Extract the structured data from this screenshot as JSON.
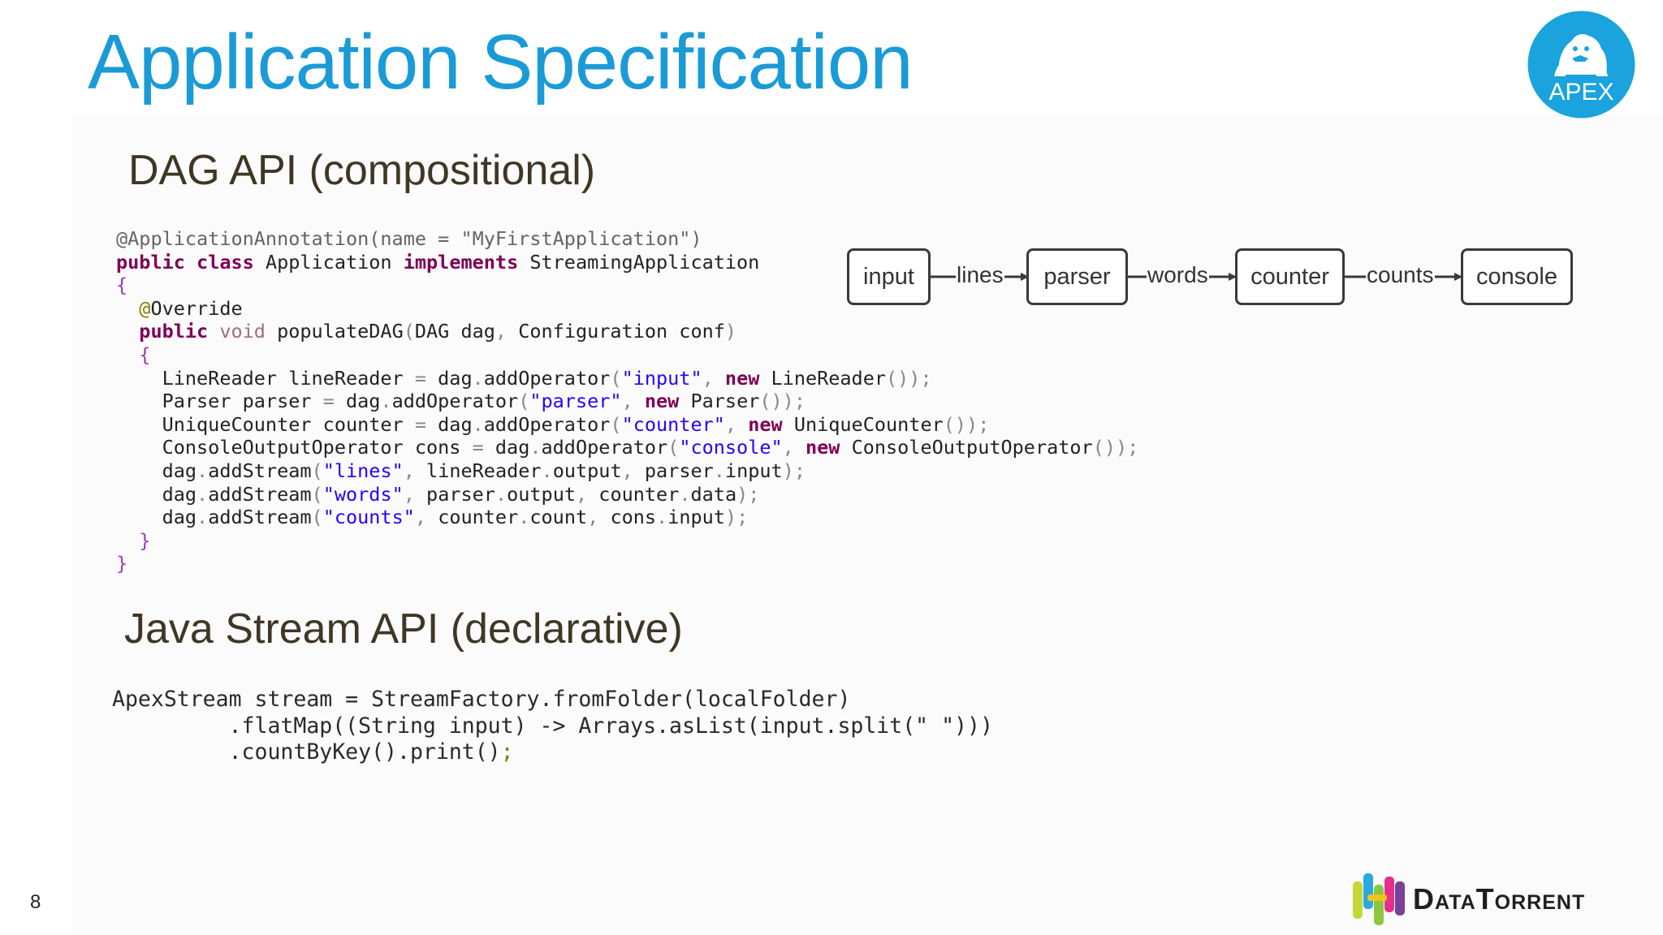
{
  "slide": {
    "title": "Application Specification",
    "page_number": "8",
    "apex_logo_text": "APEX",
    "brand_logo_text": "DataTorrent",
    "brand_colors": {
      "title": "#1a9bd7",
      "apex_badge": "#1aa3dc",
      "heading": "#3f3624"
    }
  },
  "dag_section": {
    "heading": "DAG API (compositional)"
  },
  "stream_section": {
    "heading": "Java Stream API (declarative)"
  },
  "diagram": {
    "nodes": [
      "input",
      "parser",
      "counter",
      "console"
    ],
    "edges": [
      "lines",
      "words",
      "counts"
    ]
  },
  "code_dag": {
    "lines": [
      "@ApplicationAnnotation(name = \"MyFirstApplication\")",
      "public class Application implements StreamingApplication",
      "{",
      "  @Override",
      "  public void populateDAG(DAG dag, Configuration conf)",
      "  {",
      "    LineReader lineReader = dag.addOperator(\"input\", new LineReader());",
      "    Parser parser = dag.addOperator(\"parser\", new Parser());",
      "    UniqueCounter counter = dag.addOperator(\"counter\", new UniqueCounter());",
      "    ConsoleOutputOperator cons = dag.addOperator(\"console\", new ConsoleOutputOperator());",
      "    dag.addStream(\"lines\", lineReader.output, parser.input);",
      "    dag.addStream(\"words\", parser.output, counter.data);",
      "    dag.addStream(\"counts\", counter.count, cons.input);",
      "  }",
      "}"
    ]
  },
  "code_stream": {
    "lines": [
      "ApexStream stream = StreamFactory.fromFolder(localFolder)",
      "         .flatMap((String input) -> Arrays.asList(input.split(\" \")))",
      "         .countByKey().print();"
    ]
  }
}
